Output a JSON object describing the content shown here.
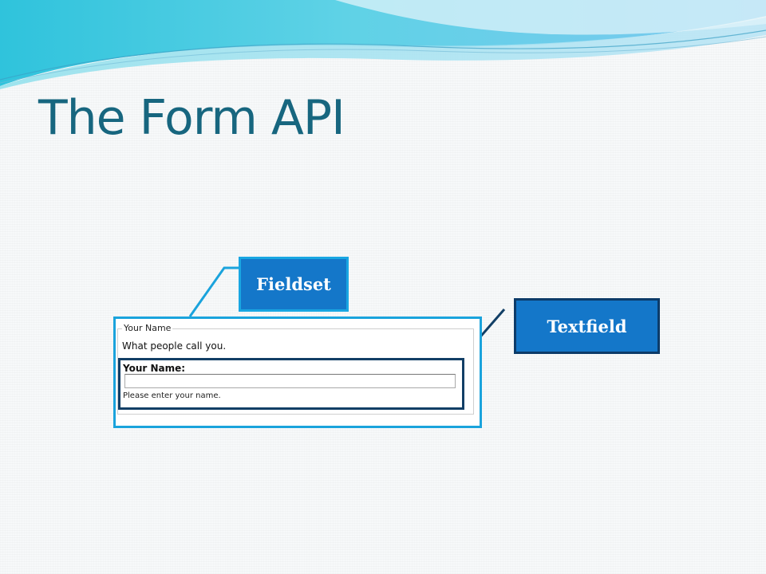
{
  "slide": {
    "title": "The Form API"
  },
  "form_example": {
    "fieldset_legend": "Your Name",
    "fieldset_description": "What people call you.",
    "field_label": "Your Name:",
    "field_value": "",
    "field_help": "Please enter your name."
  },
  "callouts": {
    "fieldset_label": "Fieldset",
    "textfield_label": "Textfield"
  },
  "colors": {
    "title": "#17667f",
    "fieldset_highlight": "#1aa3dc",
    "textfield_highlight": "#123f66",
    "callout_fill": "#1477c9"
  }
}
